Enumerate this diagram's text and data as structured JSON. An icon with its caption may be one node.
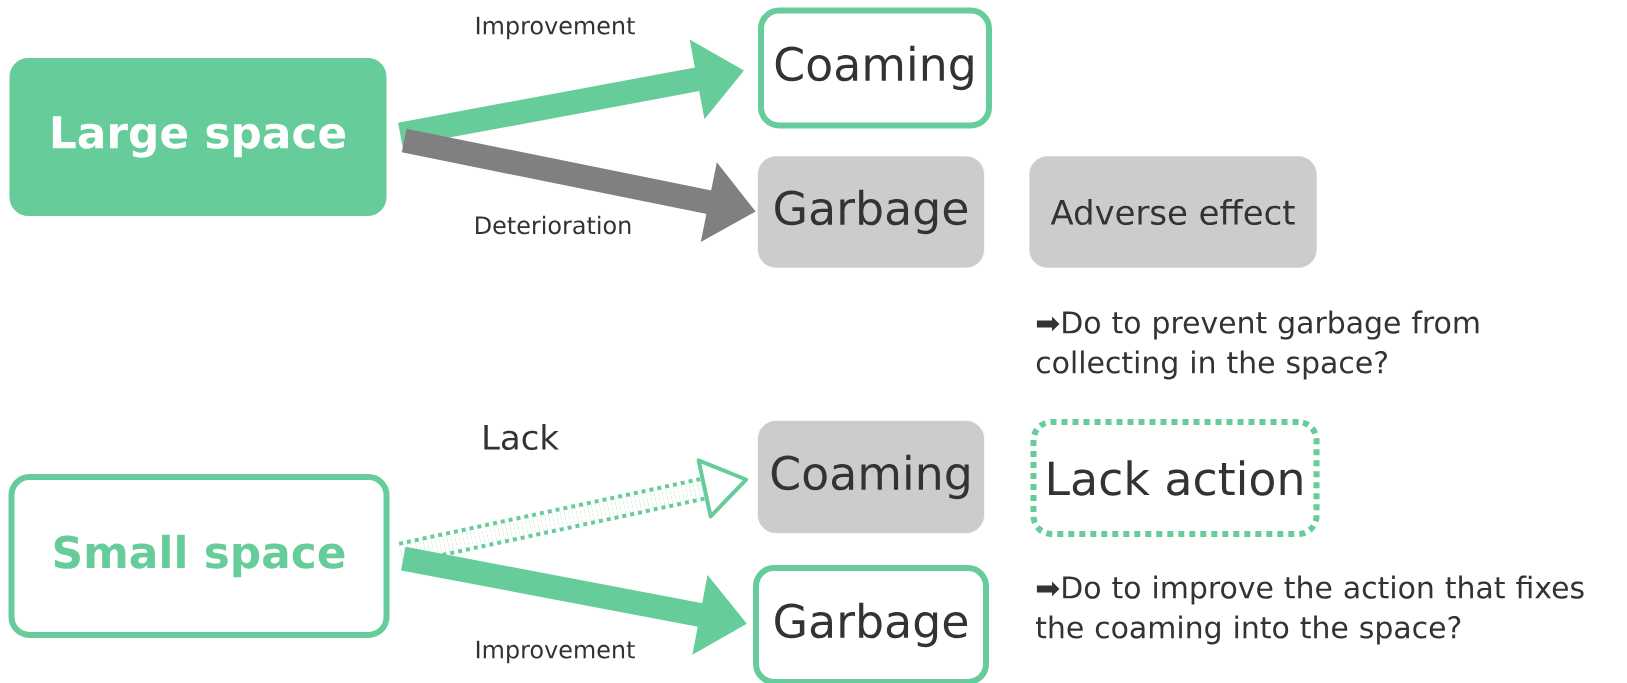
{
  "diagram": {
    "nodes": [
      {
        "text": [
          "Large space"
        ]
      },
      {
        "text": [
          "Coaming"
        ]
      },
      {
        "text": [
          "Garbage"
        ]
      },
      {
        "text": [
          "Adverse effect"
        ]
      },
      {
        "text": [
          "Small space"
        ]
      },
      {
        "text": [
          "Coaming"
        ]
      },
      {
        "text": [
          "Lack action"
        ]
      },
      {
        "text": [
          "Garbage"
        ]
      }
    ],
    "edges": [
      {
        "from": 0,
        "to": 1,
        "arrow": "to",
        "label": "Improvement"
      },
      {
        "from": 0,
        "to": 2,
        "arrow": "to",
        "label": "Deterioration",
        "color": "#808080"
      },
      {
        "from": 4,
        "to": 5,
        "arrow": "to",
        "label": "Lack",
        "style": "dashed"
      },
      {
        "from": 4,
        "to": 7,
        "arrow": "to",
        "label": "Improvement"
      }
    ],
    "labels": [
      "➡Do to prevent garbage from collecting in the space?",
      "➡Do to improve the action that fixes the coaming into the space?"
    ]
  }
}
